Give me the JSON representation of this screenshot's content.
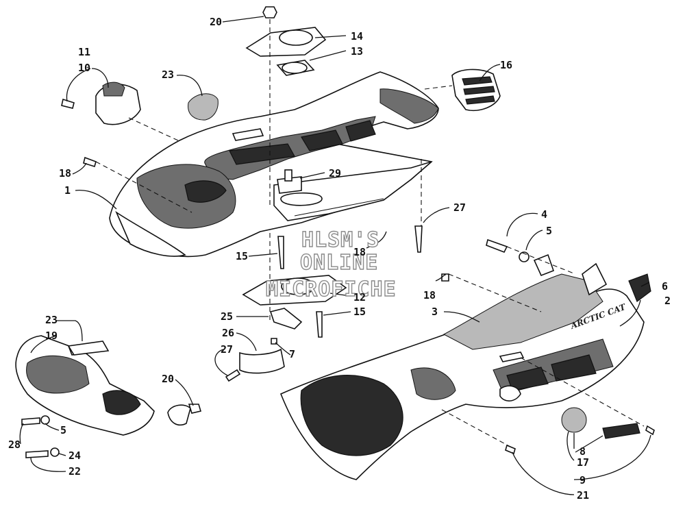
{
  "watermark": {
    "line1": "HLSM'S",
    "line2": "ONLINE",
    "line3": "MICROFICHE"
  },
  "brand_text": "ARCTIC CAT",
  "callouts": {
    "c1": "1",
    "c2": "2",
    "c3": "3",
    "c4": "4",
    "c5a": "5",
    "c5b": "5",
    "c6": "6",
    "c7": "7",
    "c8": "8",
    "c9": "9",
    "c10": "10",
    "c11": "11",
    "c12": "12",
    "c13": "13",
    "c14": "14",
    "c15a": "15",
    "c15b": "15",
    "c16": "16",
    "c17": "17",
    "c18a": "18",
    "c18b": "18",
    "c18c": "18",
    "c19": "19",
    "c20a": "20",
    "c20b": "20",
    "c21": "21",
    "c22": "22",
    "c23a": "23",
    "c23b": "23",
    "c24": "24",
    "c25": "25",
    "c26": "26",
    "c27a": "27",
    "c27b": "27",
    "c28": "28",
    "c29": "29"
  }
}
